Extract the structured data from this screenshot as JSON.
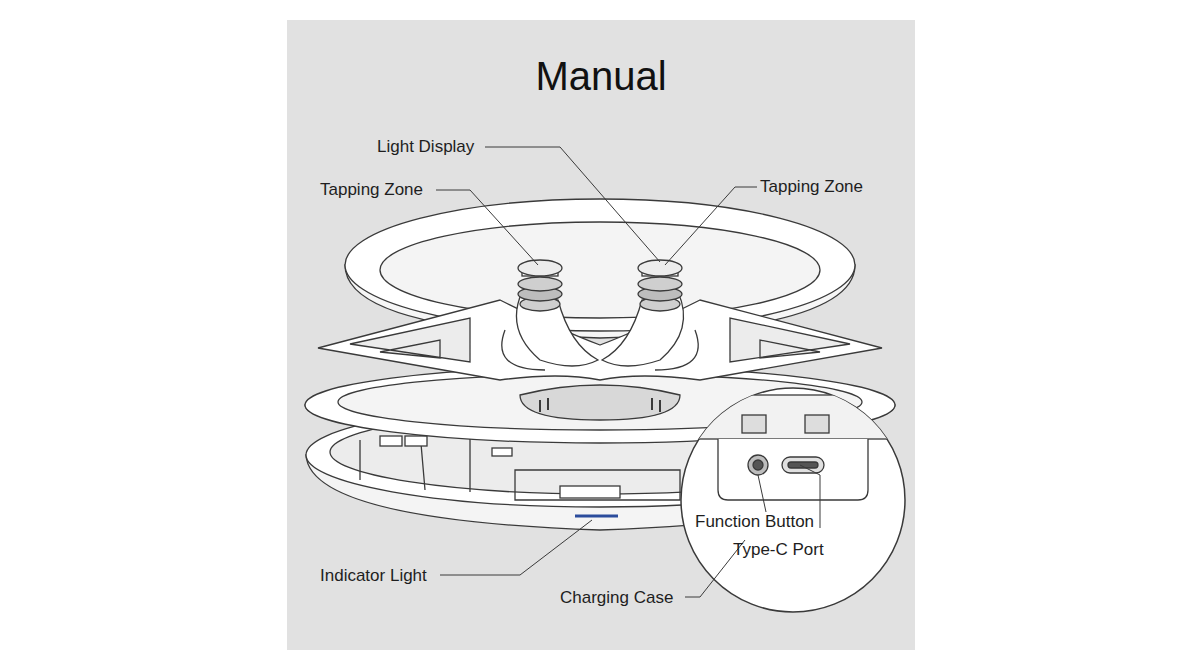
{
  "diagram": {
    "title": "Manual",
    "labels": [
      "Light Display",
      "Tapping Zone",
      "Tapping Zone",
      "Function Button",
      "Type-C Port",
      "Indicator Light",
      "Charging Case"
    ]
  }
}
